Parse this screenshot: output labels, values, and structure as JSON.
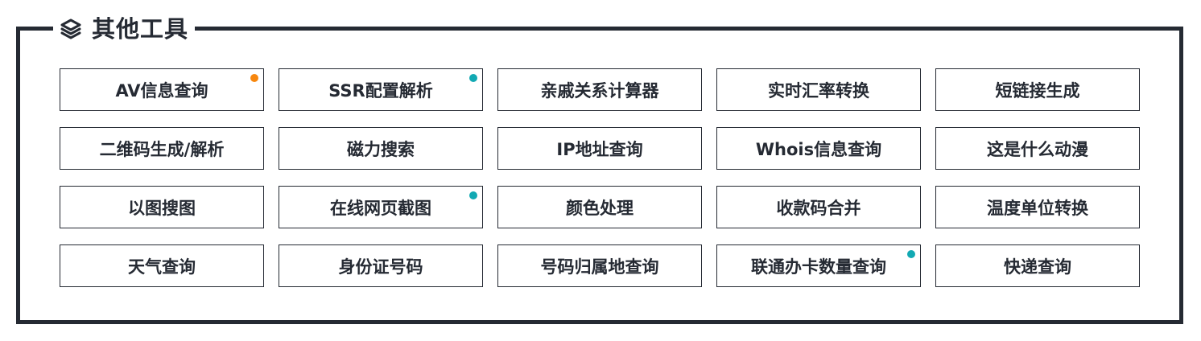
{
  "section": {
    "title": "其他工具",
    "icon": "layers-icon"
  },
  "colors": {
    "border": "#252a33",
    "text": "#252a33",
    "dot_orange": "#f7870e",
    "dot_teal": "#12a9b3"
  },
  "tools": [
    {
      "label": "AV信息查询",
      "dot": "#f7870e"
    },
    {
      "label": "SSR配置解析",
      "dot": "#12a9b3"
    },
    {
      "label": "亲戚关系计算器",
      "dot": null
    },
    {
      "label": "实时汇率转换",
      "dot": null
    },
    {
      "label": "短链接生成",
      "dot": null
    },
    {
      "label": "二维码生成/解析",
      "dot": null
    },
    {
      "label": "磁力搜索",
      "dot": null
    },
    {
      "label": "IP地址查询",
      "dot": null
    },
    {
      "label": "Whois信息查询",
      "dot": null
    },
    {
      "label": "这是什么动漫",
      "dot": null
    },
    {
      "label": "以图搜图",
      "dot": null
    },
    {
      "label": "在线网页截图",
      "dot": "#12a9b3"
    },
    {
      "label": "颜色处理",
      "dot": null
    },
    {
      "label": "收款码合并",
      "dot": null
    },
    {
      "label": "温度单位转换",
      "dot": null
    },
    {
      "label": "天气查询",
      "dot": null
    },
    {
      "label": "身份证号码",
      "dot": null
    },
    {
      "label": "号码归属地查询",
      "dot": null
    },
    {
      "label": "联通办卡数量查询",
      "dot": "#12a9b3"
    },
    {
      "label": "快递查询",
      "dot": null
    }
  ]
}
